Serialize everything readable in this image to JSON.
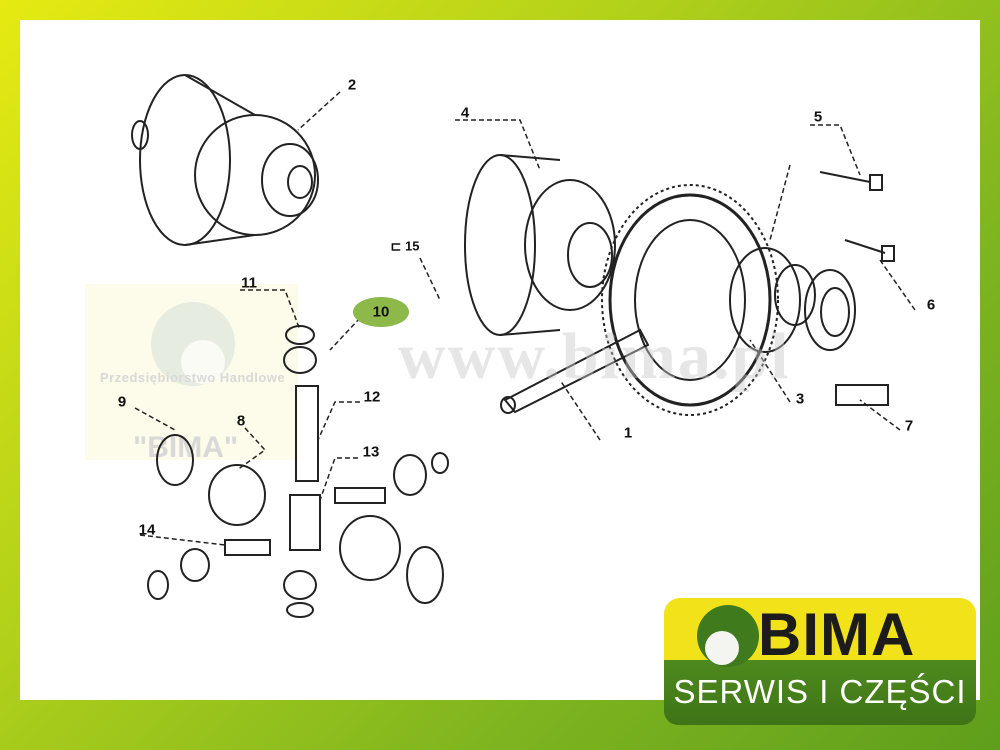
{
  "callouts": {
    "p1": "1",
    "p2": "2",
    "p3": "3",
    "p4": "4",
    "p5": "5",
    "p6": "6",
    "p7": "7",
    "p8": "8",
    "p9": "9",
    "p10": "10",
    "p11": "11",
    "p12": "12",
    "p13": "13",
    "p14": "14",
    "p15": "⊏ 15"
  },
  "highlighted_part": "10",
  "watermark": {
    "company": "Przedsiębiorstwo Handlowe",
    "name": "\"BIMA\"",
    "url": "www.bima.pl"
  },
  "logo": {
    "name": "BIMA",
    "tagline": "SERWIS I CZĘŚCI"
  },
  "colors": {
    "highlight": "#8db84a",
    "logo_yellow": "#f2e21a",
    "logo_green": "#4e8a1e"
  }
}
